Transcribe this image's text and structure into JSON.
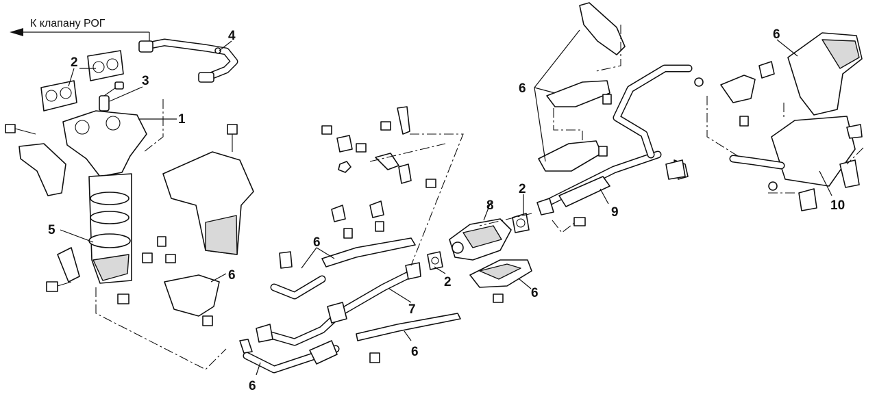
{
  "direction_note": "К клапану РОГ",
  "callouts": {
    "c1": "1",
    "c2a": "2",
    "c2b": "2",
    "c2c": "2",
    "c3": "3",
    "c4": "4",
    "c5": "5",
    "c6a": "6",
    "c6b": "6",
    "c6c": "6",
    "c6d": "6",
    "c6e": "6",
    "c6f": "6",
    "c6g": "6",
    "c7": "7",
    "c8": "8",
    "c9": "9",
    "c10": "10"
  }
}
